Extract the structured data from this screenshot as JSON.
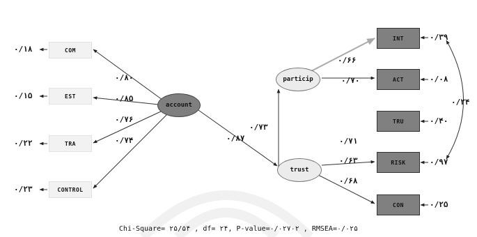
{
  "indicators_left": [
    "COM",
    "EST",
    "TRA",
    "CONTROL"
  ],
  "indicators_right": [
    "INT",
    "ACT",
    "TRU",
    "RISK",
    "CON"
  ],
  "latents": [
    "particip",
    "account",
    "trust"
  ],
  "error_values_left": [
    "۰/۱۸",
    "۰/۱۵",
    "۰/۲۲",
    "۰/۲۳"
  ],
  "loadings_left": [
    "۰/۸۰",
    "۰/۸۵",
    "۰/۷۶",
    "۰/۷۴"
  ],
  "path_account_trust": "۰/۸۷",
  "path_trust_particip": "۰/۷۳",
  "loadings_particip": [
    "۰/۶۶",
    "۰/۷۰"
  ],
  "loadings_trust": [
    "۰/۷۱",
    "۰/۶۳",
    "۰/۶۸"
  ],
  "error_values_right": [
    "۰/۳۹",
    "۰/۰۸",
    "۰/۴۰",
    "۰/۹۷",
    "۰/۲۵"
  ],
  "covariance": "۰/۲۴",
  "fit_statistics": "Chi-Square= ۲۵/۵۴ , df= ۲۴, P-value=۰/۰۲۷۰۲ , RMSEA=۰/۰۲۵"
}
